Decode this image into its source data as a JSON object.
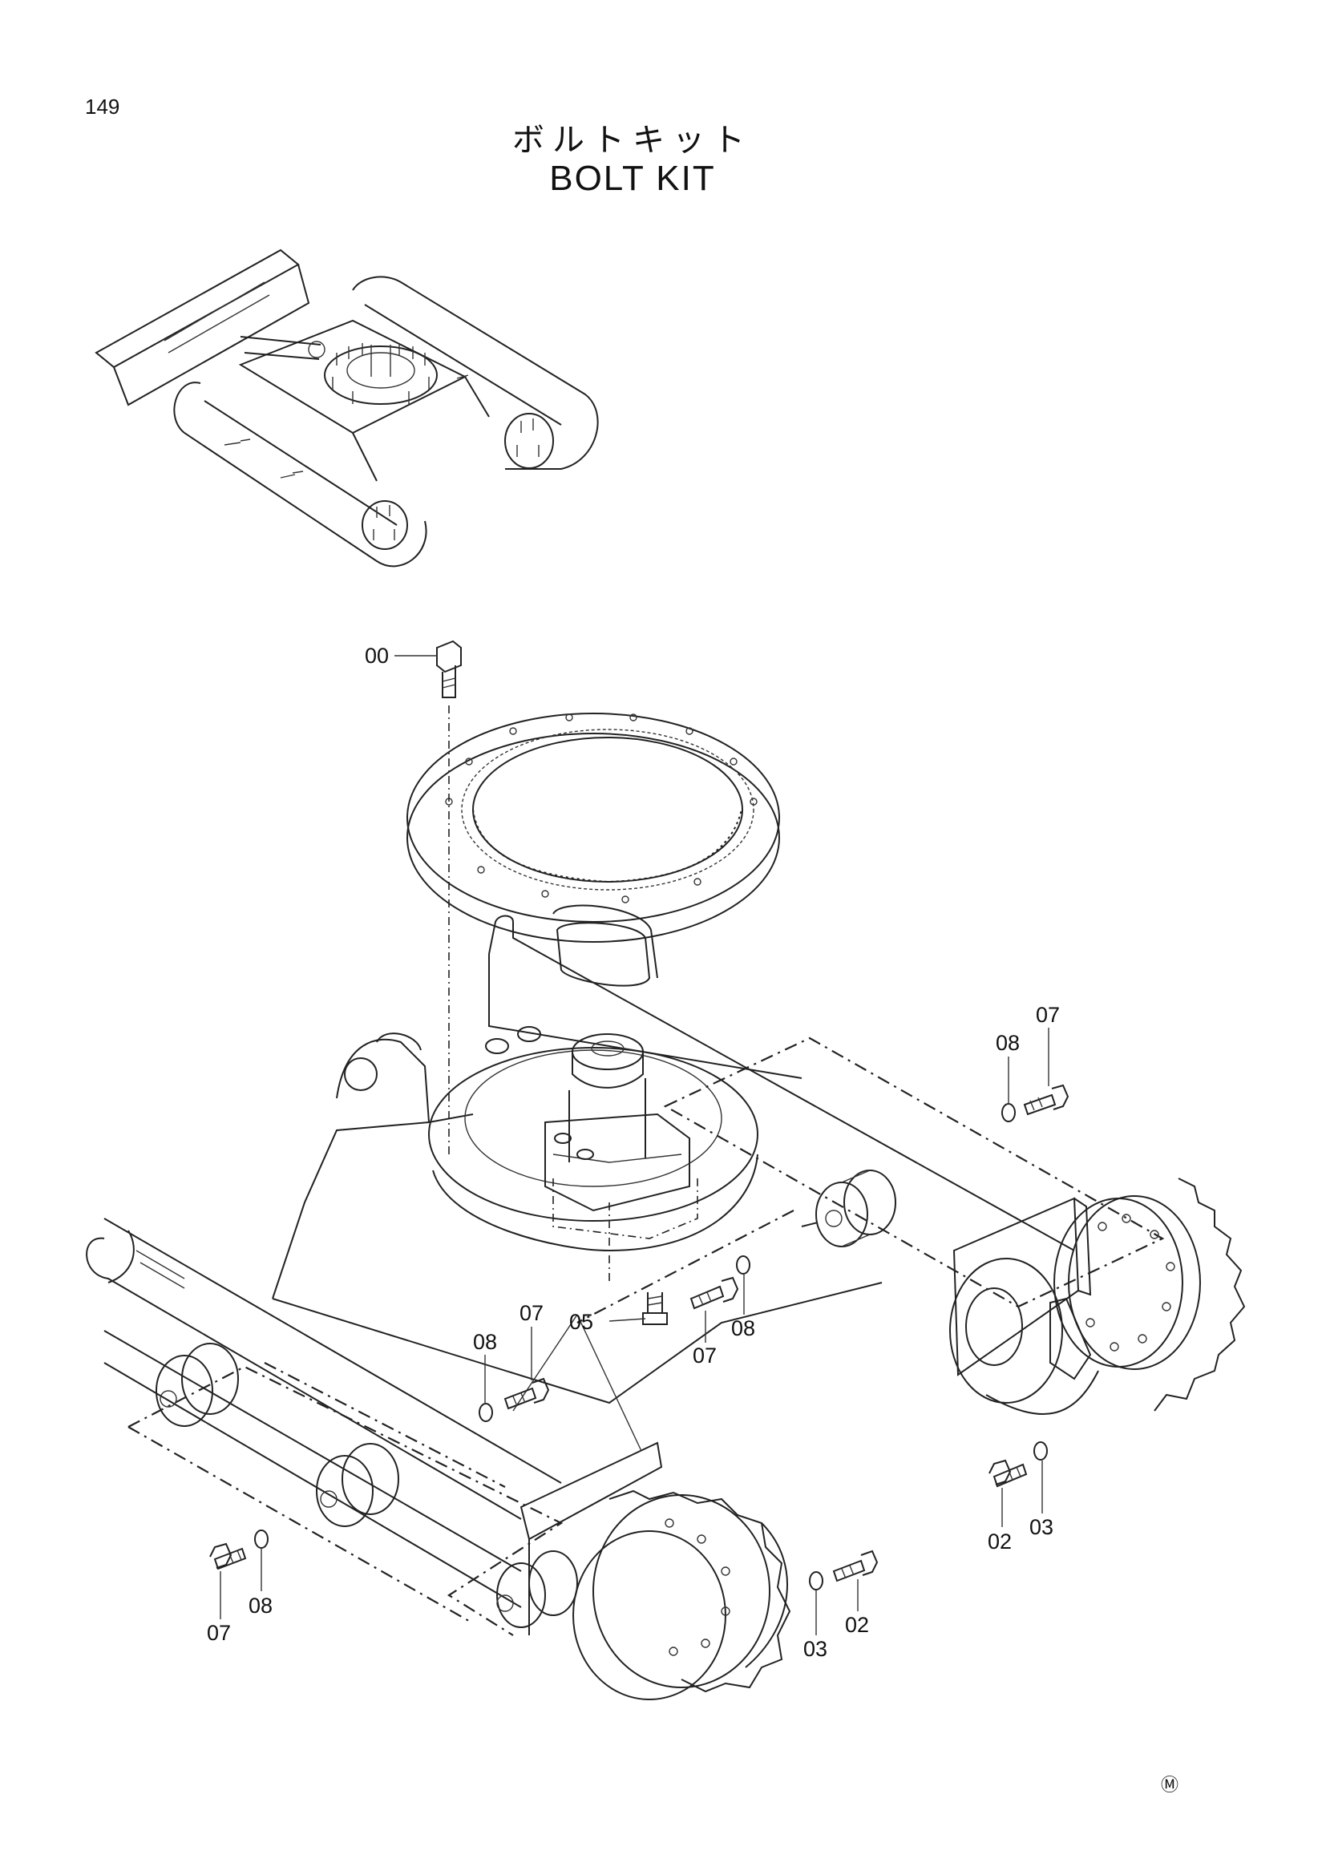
{
  "page": {
    "number": "149",
    "title_jp": "ボルトキット",
    "title_en": "BOLT KIT",
    "maker_mark": "Ⓜ"
  },
  "callouts": {
    "c00": "00",
    "c05": "05",
    "c07_a": "07",
    "c08_a": "08",
    "c07_b": "07",
    "c08_b": "08",
    "c07_c": "07",
    "c08_c": "08",
    "c02_a": "02",
    "c03_a": "03",
    "c07_d": "07",
    "c08_d": "08",
    "c03_b": "03",
    "c02_b": "02"
  }
}
